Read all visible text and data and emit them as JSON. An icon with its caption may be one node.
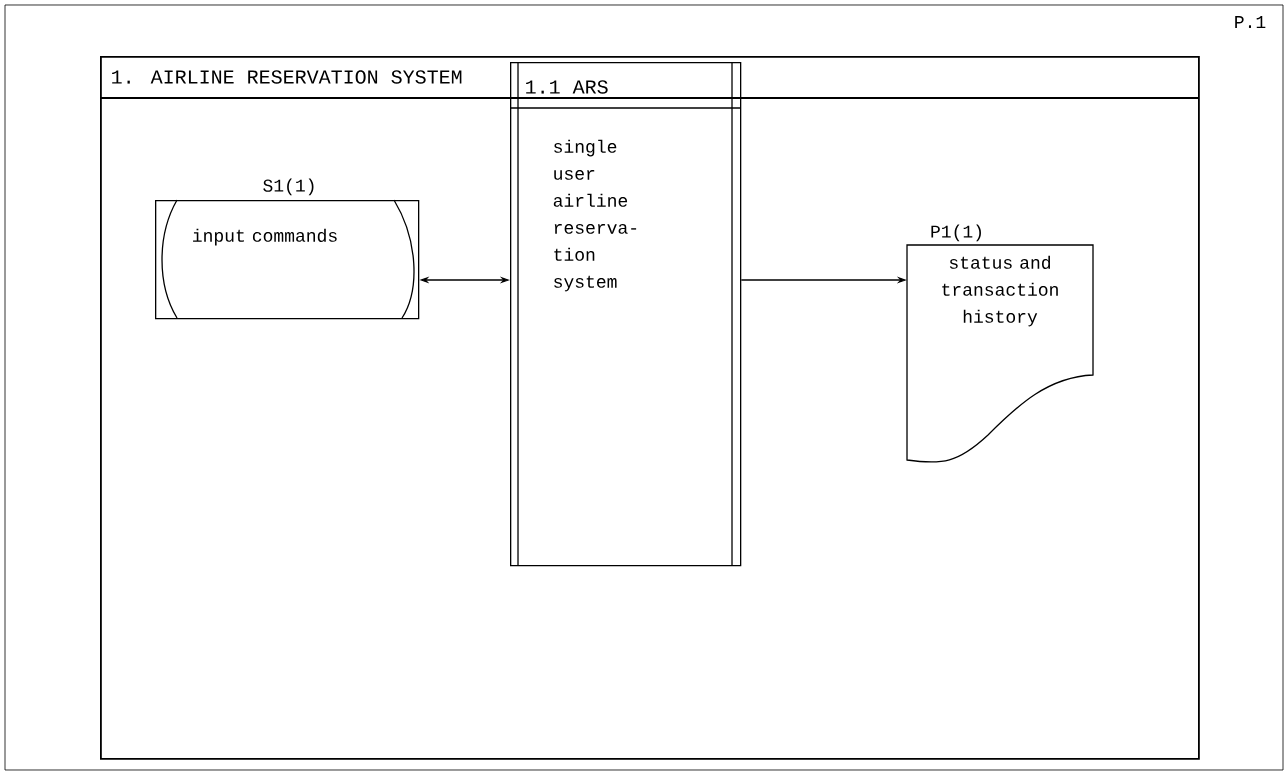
{
  "diagram": {
    "nodes": [
      {
        "text": [
          "1. AIRLINE RESERVATION SYSTEM"
        ]
      },
      {
        "text": [
          "S1(1)",
          "input commands"
        ],
        "in": 0
      },
      {
        "text": [
          "1.1 ARS",
          "single user airline reserva- tion system"
        ],
        "in": 0
      },
      {
        "text": [
          "P1(1)",
          "status and transaction history"
        ],
        "in": 0
      }
    ],
    "edges": [
      {
        "from": 1,
        "to": 2,
        "arrow": "both"
      },
      {
        "from": 2,
        "to": 3,
        "arrow": "to"
      }
    ],
    "labels": [
      "P.1"
    ]
  }
}
